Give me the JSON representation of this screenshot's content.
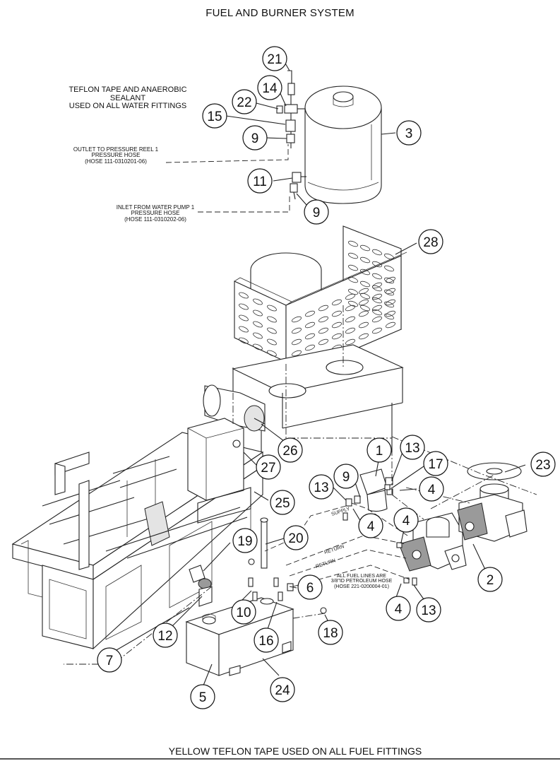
{
  "title": "FUEL AND BURNER SYSTEM",
  "footer": "YELLOW TEFLON TAPE USED ON ALL FUEL FITTINGS",
  "notes": {
    "teflon": [
      "TEFLON TAPE AND ANAEROBIC SEALANT",
      "USED ON ALL WATER FITTINGS"
    ],
    "outlet": [
      "OUTLET TO PRESSURE REEL 1",
      "PRESSURE HOSE",
      "(HOSE 111-0310201-06)"
    ],
    "inlet": [
      "INLET FROM WATER PUMP 1",
      "PRESSURE HOSE",
      "(HOSE 111-0310202-06)"
    ],
    "fuel_lines": [
      "ALL FUEL LINES ARE",
      "3/8\"ID PETROLEUM HOSE",
      "(HOSE 221-0200004-01)"
    ]
  },
  "route_labels": {
    "supply": "SUPPLY",
    "return_1": "RETURN",
    "return_2": "RETURN"
  },
  "callouts": [
    "21",
    "14",
    "22",
    "15",
    "9",
    "3",
    "11",
    "9",
    "28",
    "1",
    "13",
    "17",
    "23",
    "9",
    "13",
    "4",
    "4",
    "4",
    "26",
    "27",
    "25",
    "20",
    "19",
    "2",
    "6",
    "10",
    "12",
    "16",
    "18",
    "7",
    "5",
    "24",
    "4",
    "13"
  ]
}
